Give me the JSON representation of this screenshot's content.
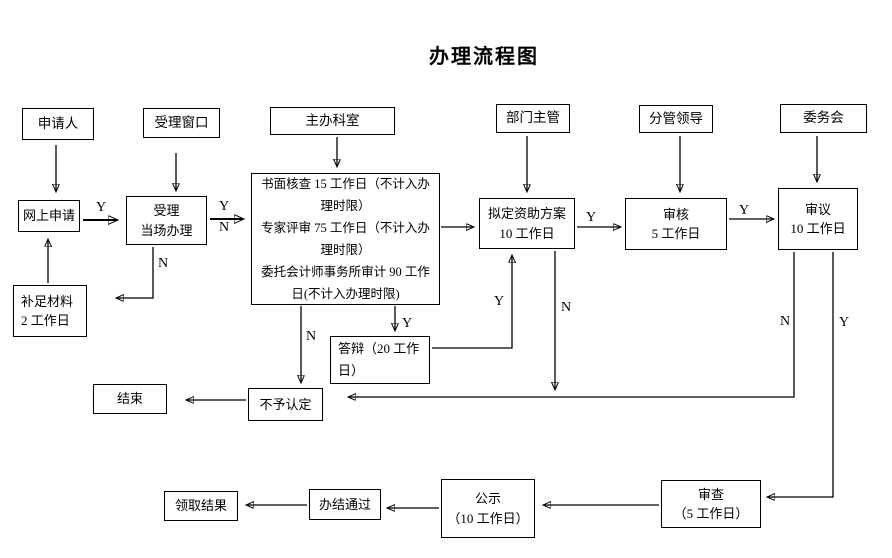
{
  "title": "办理流程图",
  "boxes": {
    "applicant": {
      "label": "申请人"
    },
    "acceptance_window": {
      "label": "受理窗口"
    },
    "main_office": {
      "label": "主办科室"
    },
    "dept_supervisor": {
      "label": "部门主管"
    },
    "leader_in_charge": {
      "label": "分管领导"
    },
    "committee": {
      "label": "委务会"
    },
    "online_application": {
      "label": "网上申请"
    },
    "acceptance": {
      "label": "受理\n当场办理"
    },
    "review_details": {
      "label": "书面核查 15 工作日（不计入办\n理时限）\n专家评审 75 工作日（不计入办\n理时限）\n委托会计师事务所审计 90 工作\n日(不计入办理时限)"
    },
    "draft_plan": {
      "label": "拟定资助方案\n10 工作日"
    },
    "audit": {
      "label": "审核\n5 工作日"
    },
    "deliberation": {
      "label": "审议\n10 工作日"
    },
    "supplement": {
      "label": "补足材料\n2 工作日"
    },
    "defense": {
      "label": "答辩（20 工作\n日）"
    },
    "end": {
      "label": "结束"
    },
    "reject": {
      "label": "不予认定"
    },
    "receive_result": {
      "label": "领取结果"
    },
    "complete_pass": {
      "label": "办结通过"
    },
    "publicity": {
      "label": "公示\n（10 工作日）"
    },
    "examination": {
      "label": "审查\n（5 工作日）"
    }
  },
  "edge_labels": {
    "online_to_accept": "Y",
    "accept_to_main_y": "Y",
    "accept_to_main_n": "N",
    "accept_down_n": "N",
    "draft_to_audit": "Y",
    "audit_to_deliberation": "Y",
    "main_to_defense": "Y",
    "main_to_reject": "N",
    "defense_to_draft": "Y",
    "draft_down_n": "N",
    "deliberation_n": "N",
    "deliberation_y": "Y"
  }
}
